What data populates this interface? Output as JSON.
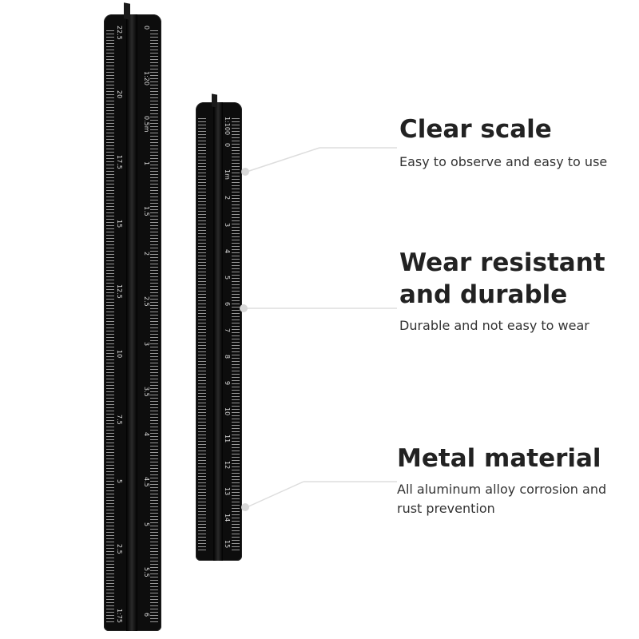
{
  "features": [
    {
      "title": "Clear scale",
      "subtitle": "Easy to observe and easy to use"
    },
    {
      "title": "Wear resistant and durable",
      "subtitle": "Durable and not easy to wear"
    },
    {
      "title": "Metal material",
      "subtitle": "All aluminum alloy corrosion and rust prevention"
    }
  ],
  "large_ruler": {
    "left_scale": [
      "22.5",
      "20",
      "17.5",
      "15",
      "12.5",
      "10",
      "7.5",
      "5",
      "2.5",
      "1:75"
    ],
    "right_scale": [
      "0",
      "1:20",
      "0.5m",
      "1",
      "1.5",
      "2",
      "2.5",
      "3",
      "3.5",
      "4",
      "4.5",
      "5",
      "5.5",
      "6"
    ]
  },
  "small_ruler": {
    "scale": [
      "1:100",
      "0",
      "1m",
      "2",
      "3",
      "4",
      "5",
      "6",
      "7",
      "8",
      "9",
      "10",
      "11",
      "12",
      "13",
      "14",
      "15"
    ]
  },
  "colors": {
    "ruler": "#0d0d0d",
    "line": "#d8d8d8",
    "text": "#222222"
  }
}
